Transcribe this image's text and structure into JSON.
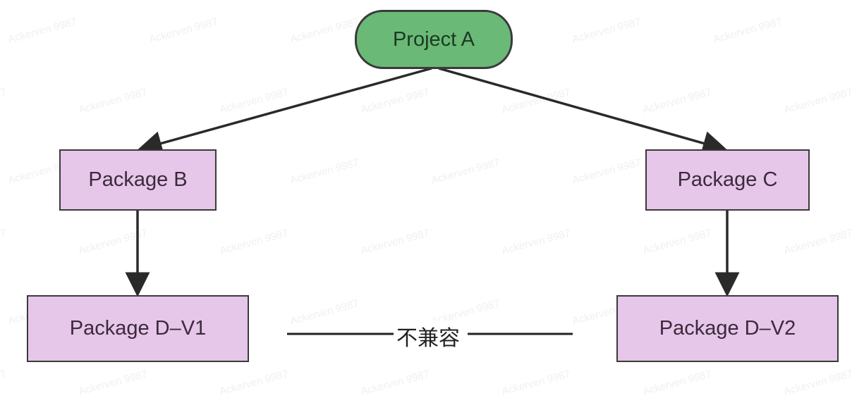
{
  "diagram": {
    "nodes": {
      "project_a": "Project A",
      "package_b": "Package B",
      "package_c": "Package C",
      "package_d_v1": "Package D–V1",
      "package_d_v2": "Package D–V2"
    },
    "edges": [
      {
        "from": "Project A",
        "to": "Package B"
      },
      {
        "from": "Project A",
        "to": "Package C"
      },
      {
        "from": "Package B",
        "to": "Package D–V1"
      },
      {
        "from": "Package C",
        "to": "Package D–V2"
      }
    ],
    "conflict_label": "不兼容",
    "colors": {
      "project_fill": "#6ab977",
      "package_fill": "#e6c6e9",
      "border": "#3a3a3a"
    }
  },
  "watermark": "Ackerven 9987"
}
